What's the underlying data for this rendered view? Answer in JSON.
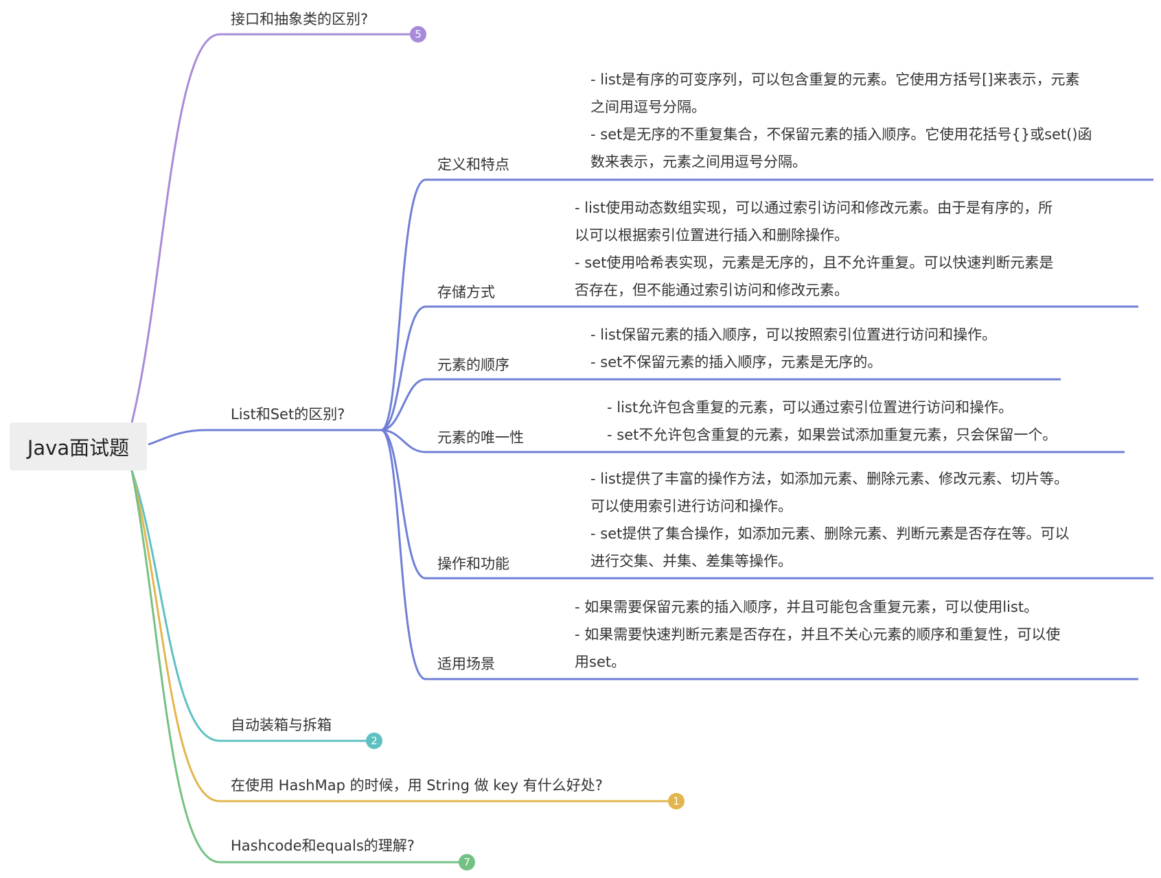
{
  "root": {
    "label": "Java面试题"
  },
  "colors": {
    "purple": "#a78bd8",
    "blue": "#6f7fd6",
    "teal": "#5fc0c3",
    "yellow": "#e2b64e",
    "green": "#73c184"
  },
  "branches": [
    {
      "label": "接口和抽象类的区别?",
      "count": "5",
      "color": "purple"
    },
    {
      "label": "List和Set的区别?",
      "color": "blue"
    },
    {
      "label": "自动装箱与拆箱",
      "count": "2",
      "color": "teal"
    },
    {
      "label": "在使用 HashMap 的时候，用 String 做 key 有什么好处?",
      "count": "1",
      "color": "yellow"
    },
    {
      "label": "Hashcode和equals的理解?",
      "count": "7",
      "color": "green"
    }
  ],
  "list_set_topics": [
    {
      "label": "定义和特点",
      "lines": [
        "- list是有序的可变序列，可以包含重复的元素。它使用方括号[]来表示，元素",
        "之间用逗号分隔。",
        "- set是无序的不重复集合，不保留元素的插入顺序。它使用花括号{}或set()函",
        "数来表示，元素之间用逗号分隔。"
      ]
    },
    {
      "label": "存储方式",
      "lines": [
        "- list使用动态数组实现，可以通过索引访问和修改元素。由于是有序的，所",
        "以可以根据索引位置进行插入和删除操作。",
        "- set使用哈希表实现，元素是无序的，且不允许重复。可以快速判断元素是",
        "否存在，但不能通过索引访问和修改元素。"
      ]
    },
    {
      "label": "元素的顺序",
      "lines": [
        "- list保留元素的插入顺序，可以按照索引位置进行访问和操作。",
        "- set不保留元素的插入顺序，元素是无序的。"
      ]
    },
    {
      "label": "元素的唯一性",
      "lines": [
        "- list允许包含重复的元素，可以通过索引位置进行访问和操作。",
        "- set不允许包含重复的元素，如果尝试添加重复元素，只会保留一个。"
      ]
    },
    {
      "label": "操作和功能",
      "lines": [
        "- list提供了丰富的操作方法，如添加元素、删除元素、修改元素、切片等。",
        "可以使用索引进行访问和操作。",
        "- set提供了集合操作，如添加元素、删除元素、判断元素是否存在等。可以",
        "进行交集、并集、差集等操作。"
      ]
    },
    {
      "label": "适用场景",
      "lines": [
        "- 如果需要保留元素的插入顺序，并且可能包含重复元素，可以使用list。",
        "- 如果需要快速判断元素是否存在，并且不关心元素的顺序和重复性，可以使",
        "用set。"
      ]
    }
  ]
}
